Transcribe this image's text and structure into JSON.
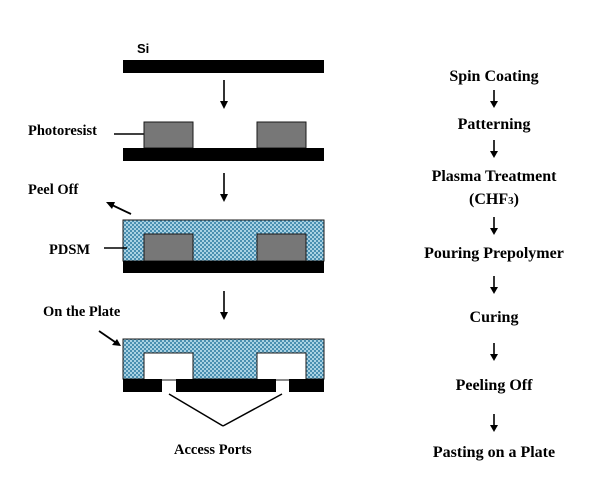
{
  "process_diagram": {
    "labels": {
      "substrate": "Si",
      "photoresist": "Photoresist",
      "peel_off": "Peel Off",
      "pdms": "PDSM",
      "on_the_plate": "On the Plate",
      "access_ports": "Access Ports"
    },
    "colors": {
      "substrate": "#000000",
      "photoresist": "#777777",
      "pdms_dark": "#4a8fb0",
      "pdms_light": "#a9d2e3",
      "outline": "#1a1a1a"
    }
  },
  "flow_steps": [
    {
      "label": "Spin Coating"
    },
    {
      "label": "Patterning"
    },
    {
      "label": "Plasma Treatment",
      "sublabel_prefix": "(CHF",
      "sublabel_sub": "3",
      "sublabel_suffix": ")"
    },
    {
      "label": "Pouring Prepolymer"
    },
    {
      "label": "Curing"
    },
    {
      "label": "Peeling Off"
    },
    {
      "label": "Pasting on a Plate"
    }
  ]
}
